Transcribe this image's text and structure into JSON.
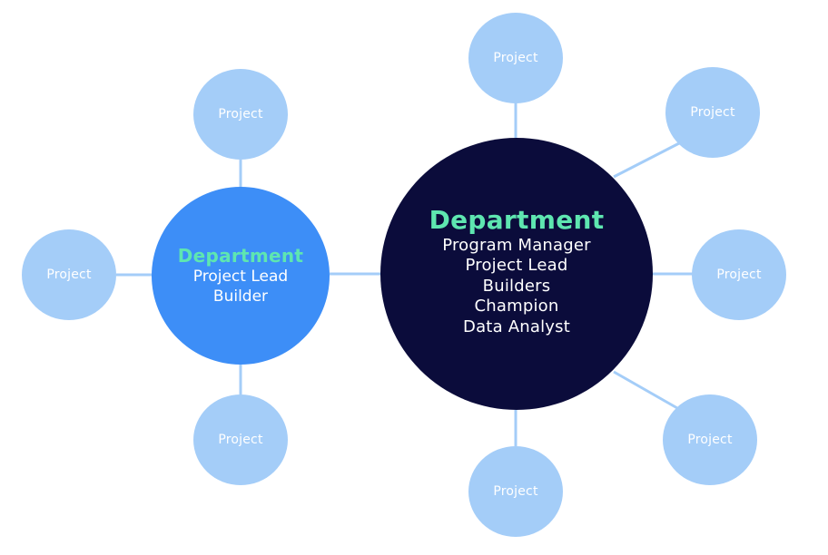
{
  "colors": {
    "project_fill": "#a4cdf8",
    "project_text": "#ffffff",
    "small_department_fill": "#3d8ef7",
    "large_department_fill": "#0b0c3b",
    "department_title": "#5ee6b0",
    "role_text": "#ffffff",
    "connector": "#a4cdf8"
  },
  "small_department": {
    "title": "Department",
    "roles": [
      "Project Lead",
      "Builder"
    ],
    "projects": [
      "Project",
      "Project",
      "Project"
    ]
  },
  "large_department": {
    "title": "Department",
    "roles": [
      "Program Manager",
      "Project Lead",
      "Builders",
      "Champion",
      "Data Analyst"
    ],
    "projects": [
      "Project",
      "Project",
      "Project",
      "Project",
      "Project"
    ]
  }
}
